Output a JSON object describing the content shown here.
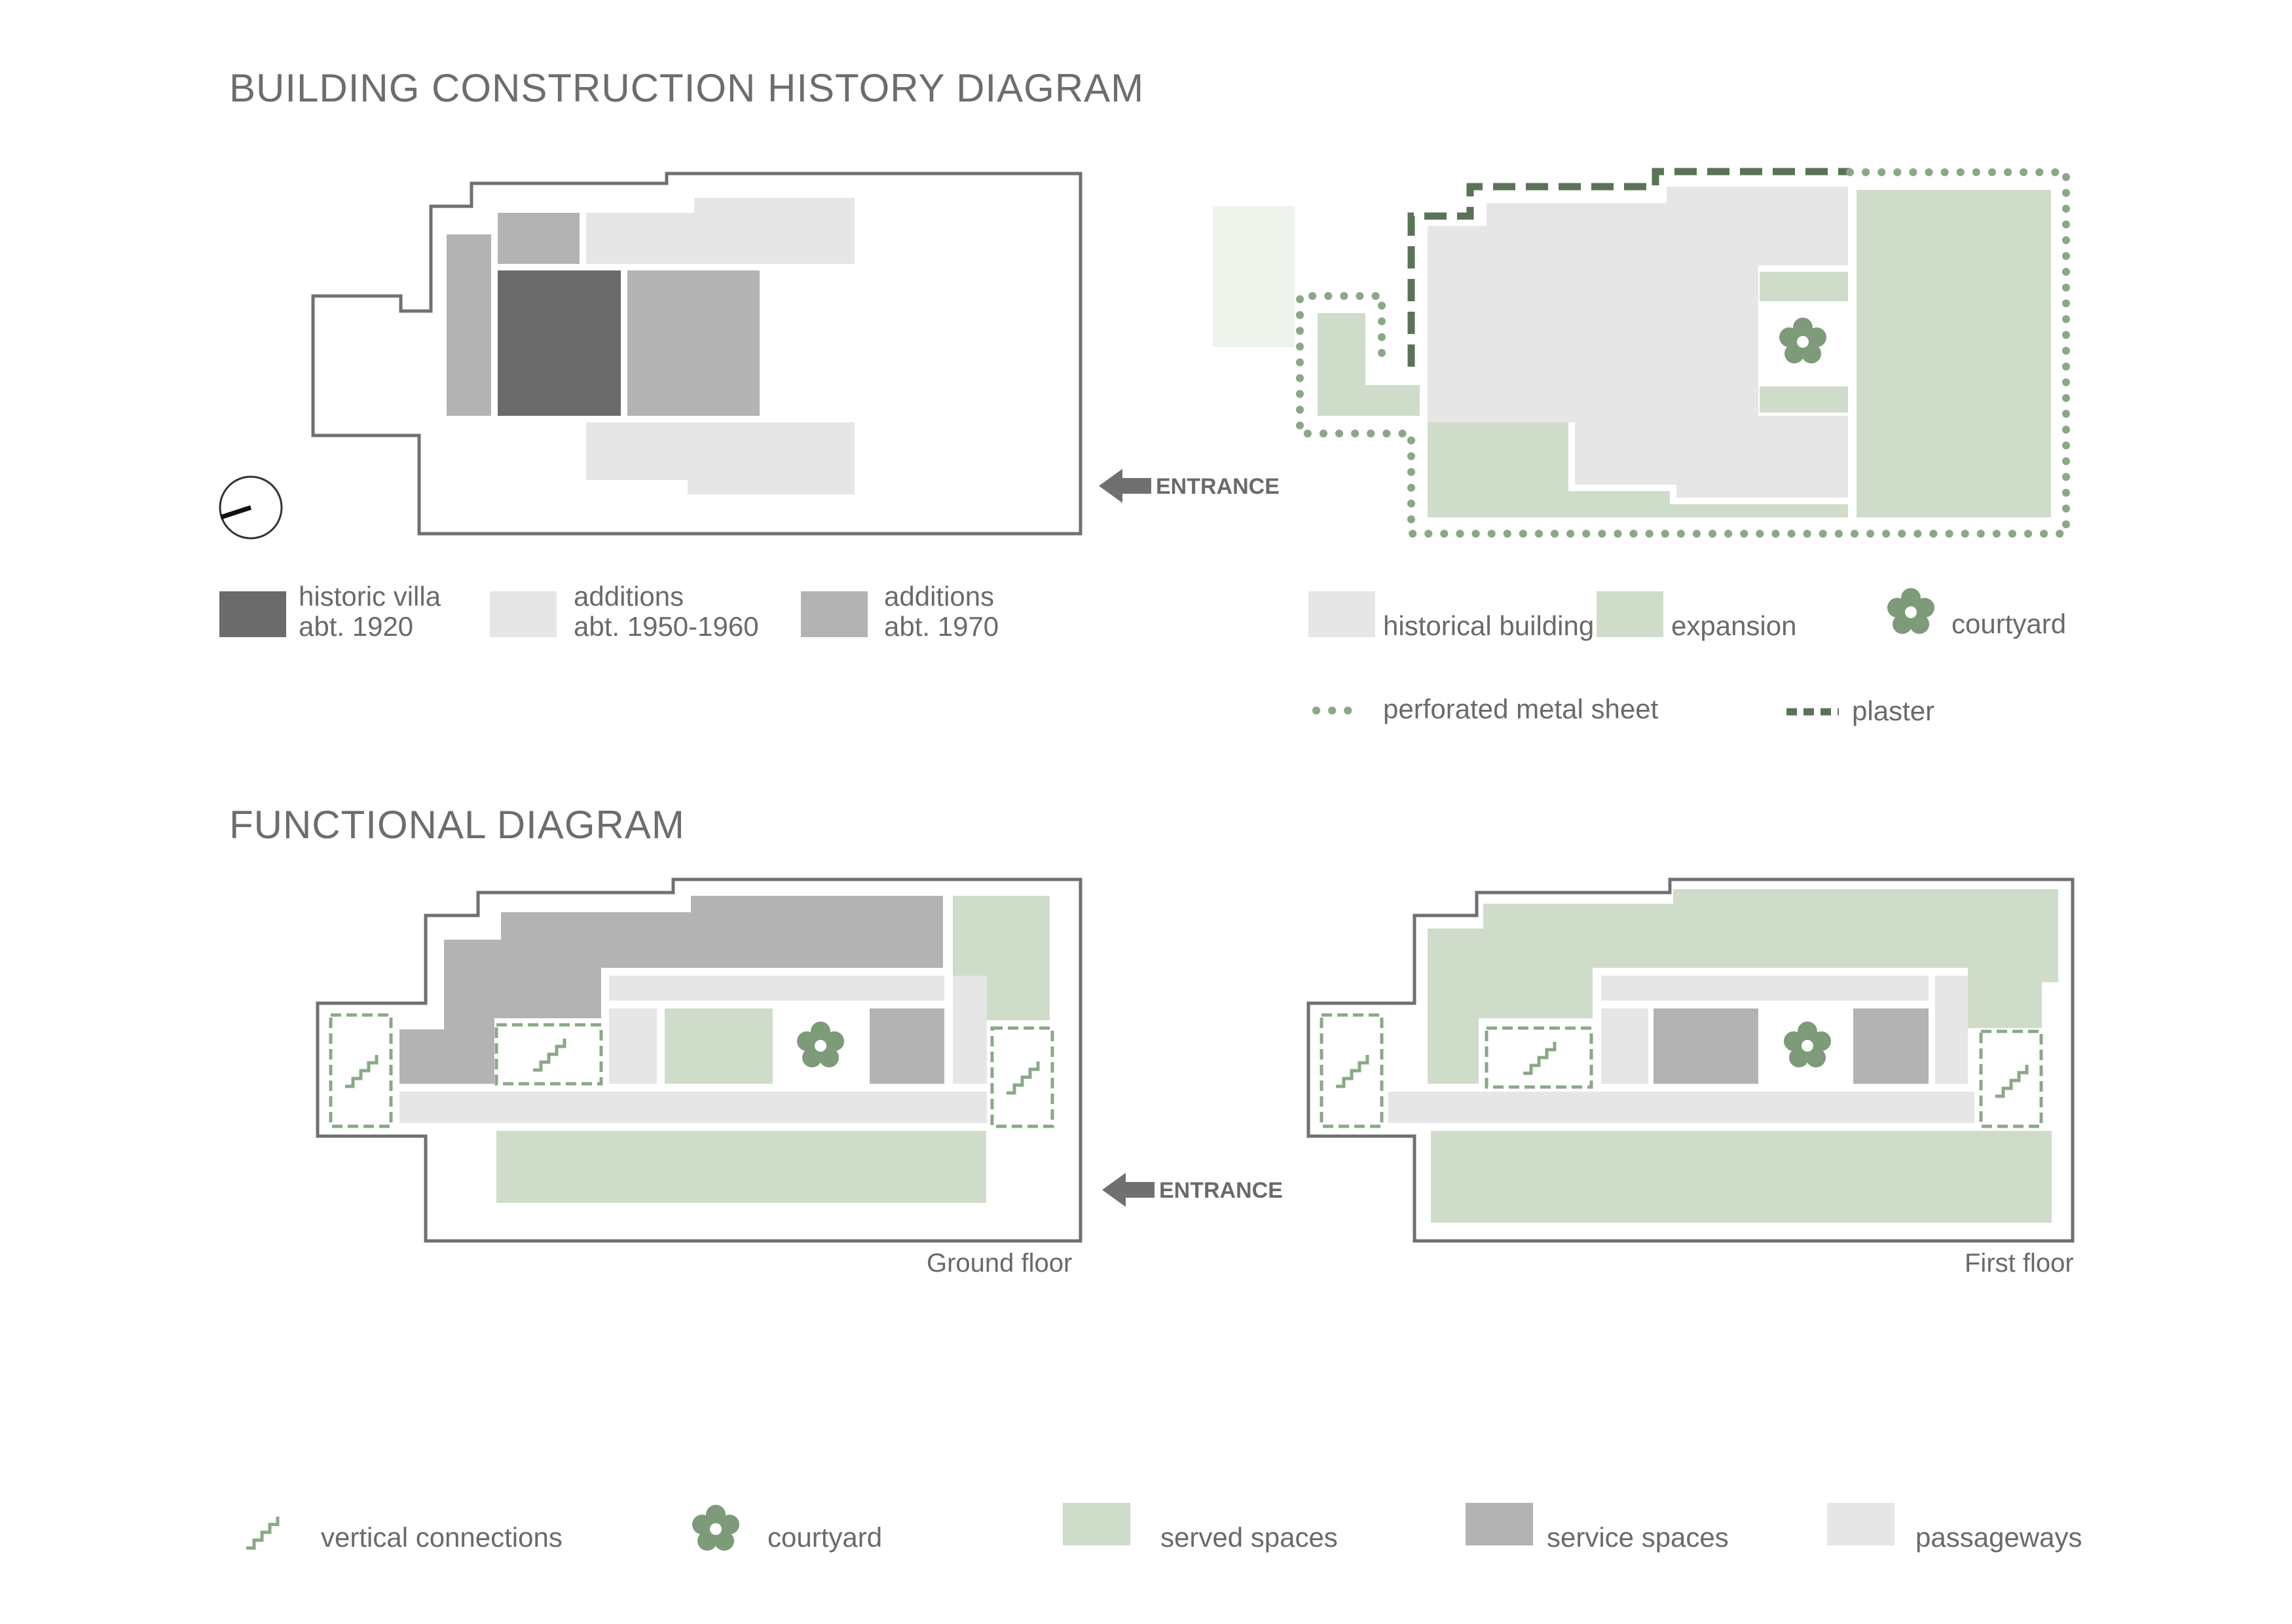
{
  "titles": {
    "construction": "BUILDING CONSTRUCTION HISTORY DIAGRAM",
    "functional": "FUNCTIONAL DIAGRAM"
  },
  "entrance_label": "ENTRANCE",
  "captions": {
    "ground": "Ground floor",
    "first": "First floor"
  },
  "history_legend": {
    "villa": [
      "historic villa",
      "abt. 1920"
    ],
    "additions_1950": [
      "additions",
      "abt. 1950-1960"
    ],
    "additions_1970": [
      "additions",
      "abt. 1970"
    ]
  },
  "materials_legend": {
    "historical": "historical building",
    "expansion": "expansion",
    "courtyard": "courtyard",
    "perforated": "perforated metal sheet",
    "plaster": "plaster"
  },
  "function_legend": {
    "vertical": "vertical connections",
    "courtyard": "courtyard",
    "served": "served spaces",
    "service": "service spaces",
    "passage": "passageways"
  },
  "colors": {
    "villa": "#6b6b6b",
    "additions_1950": "#e6e6e6",
    "additions_1970": "#b3b3b3",
    "historical": "#e6e6e6",
    "expansion": "#d0dcca",
    "courtyard": "#7d9a79",
    "perforated": "#8aa886",
    "plaster": "#5a7357",
    "served": "#d0dcca",
    "service": "#b3b3b3",
    "passage": "#e6e6e6",
    "outline": "#707070"
  },
  "icons": [
    "compass-icon",
    "flower-icon",
    "stair-icon",
    "entrance-arrow-icon"
  ]
}
